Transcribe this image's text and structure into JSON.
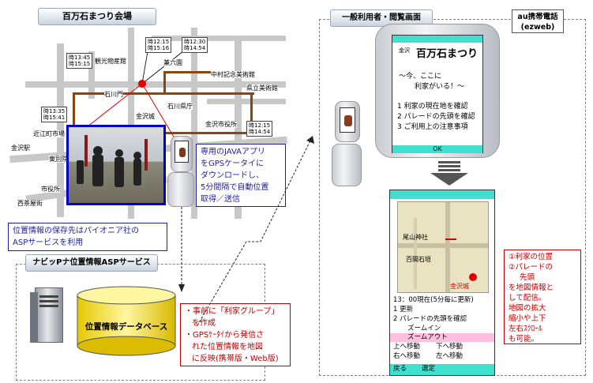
{
  "labels": {
    "venue": "百万石まつり会場",
    "general_screen": "一般利用者・閲覧画面",
    "carrier": [
      "au携帯電話",
      "(ezweb)"
    ],
    "asp_service": "ナビッPナ位置情報ASPサービス",
    "database": "位置情報データベース"
  },
  "notes": {
    "java_app": [
      "専用のJAVAアプリ",
      "をGPSケータイに",
      "ダウンロードし、",
      "5分間隔で自動位置",
      "取得／送信"
    ],
    "storage": [
      "位置情報の保存先はパイオニア社の",
      "ASPサービスを利用"
    ],
    "asp_details": [
      "・事前に「利家グループ」",
      "を作成",
      "・GPSｹｰﾀｲから発信さ",
      "れた位置情報を地図",
      "に反映(携帯版・Web版)"
    ],
    "map_features": [
      "①利家の位置",
      "②パレードの",
      "先頭",
      "を地図情報と",
      "して配信。",
      "地図の拡大",
      "縮小や上下",
      "左右ｽｸﾛｰﾙ",
      "も可能。"
    ]
  },
  "map": {
    "places": [
      "観光物産館",
      "兼六園",
      "中村記念美術館",
      "石川門",
      "県立美術館",
      "石川県庁",
      "金沢市役所",
      "近江町市場",
      "金沢駅",
      "東別院",
      "西茶屋街",
      "金沢城",
      "市役所"
    ],
    "times": [
      "時13:45\n時15:15",
      "時12:15\n時15:16",
      "時12:30\n時14:54",
      "時13:35\n時15:41",
      "時12:15\n時14:54"
    ]
  },
  "phone_menu": {
    "brand": "百万石まつり",
    "brand_small": "金沢",
    "greeting": [
      "～今、ここに",
      "利家がいる！～"
    ],
    "items": [
      "1 利家の現在地を確認",
      "2 パレードの先頭を確認",
      "3 ご利用上の注意事項"
    ],
    "softkey": "OK"
  },
  "phone_map": {
    "map_labels": [
      "尾山神社",
      "百間石垣",
      "金沢城"
    ],
    "status": "13：00現在(5分毎に更新)",
    "items": [
      "1 更新",
      "2 パレードの先頭を確認"
    ],
    "zoom_in": "ズームイン",
    "zoom_out": "ズームアウト",
    "moves": [
      [
        "上へ移動",
        "下へ移動"
      ],
      [
        "右へ移動",
        "左へ移動"
      ]
    ],
    "back": "戻る",
    "select": "選定"
  },
  "colors": {
    "route": "#8b4513",
    "gps_dot": "#e00000",
    "accent": "#40e0d0",
    "highlight": "#ffc0e0",
    "note_red": "#c00000",
    "note_blue": "#1f1f9f"
  }
}
